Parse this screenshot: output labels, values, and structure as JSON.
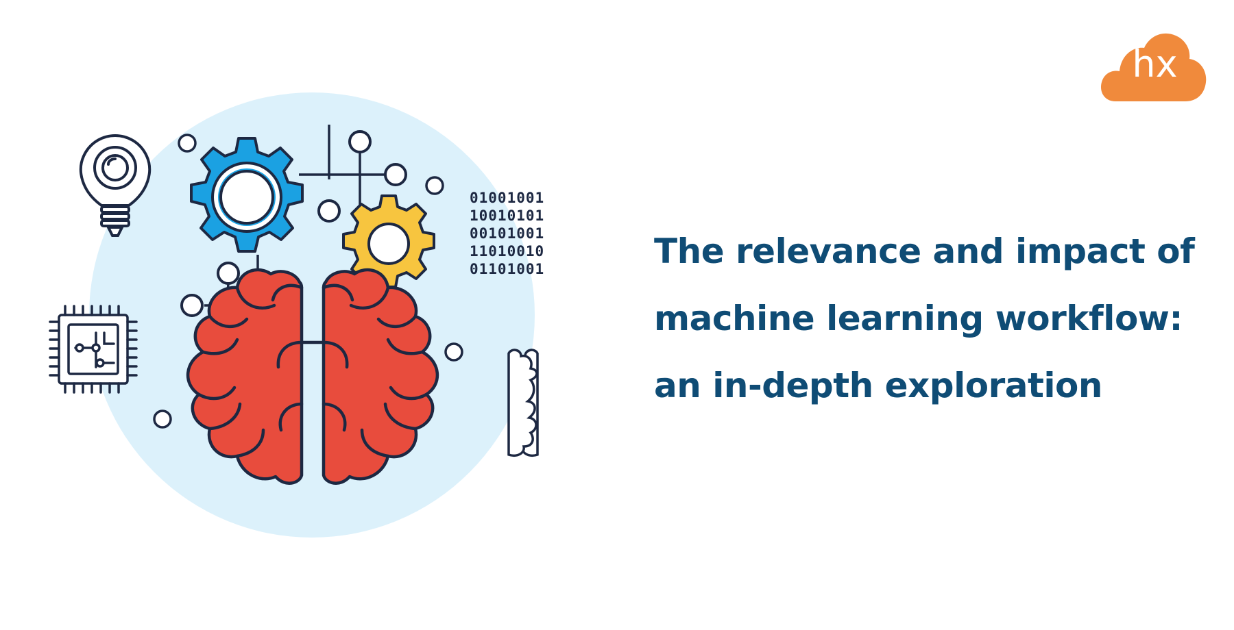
{
  "headline": {
    "line1": "The relevance and impact of",
    "line2": "machine learning workflow:",
    "line3": "an in-depth exploration"
  },
  "logo": {
    "text": "hx",
    "color": "#f08a3c"
  },
  "binary_rows": [
    "01001001",
    "10010101",
    "00101001",
    "11010010",
    "01101001"
  ],
  "colors": {
    "headline": "#0f4c75",
    "circle_bg": "#dcf1fb",
    "brain": "#e84c3d",
    "gear_blue": "#1ba1e2",
    "gear_yellow": "#f7c53f",
    "outline": "#1d2842"
  },
  "icons": [
    "lightbulb-icon",
    "chip-icon",
    "small-brain-icon",
    "blue-gear-icon",
    "yellow-gear-icon",
    "brain-icon"
  ]
}
